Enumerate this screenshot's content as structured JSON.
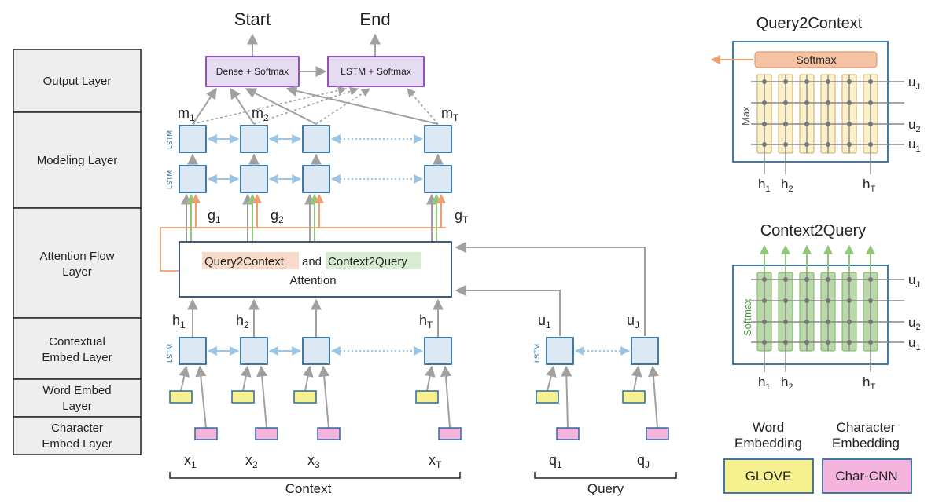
{
  "layers": [
    {
      "lines": [
        "Output Layer"
      ]
    },
    {
      "lines": [
        "Modeling Layer"
      ]
    },
    {
      "lines": [
        "Attention Flow",
        "Layer"
      ]
    },
    {
      "lines": [
        "Contextual",
        "Embed Layer"
      ]
    },
    {
      "lines": [
        "Word Embed",
        "Layer"
      ]
    },
    {
      "lines": [
        "Character",
        "Embed Layer"
      ]
    }
  ],
  "output": {
    "start": "Start",
    "end": "End",
    "dense_label": "Dense + Softmax",
    "lstm_label": "LSTM + Softmax"
  },
  "lstm_tag": "LSTM",
  "attention": {
    "q2c": "Query2Context",
    "and": "and",
    "c2q": "Context2Query",
    "line2": "Attention"
  },
  "context_label": "Context",
  "query_label": "Query",
  "q2c_panel": {
    "title": "Query2Context",
    "softmax": "Softmax",
    "max": "Max"
  },
  "c2q_panel": {
    "title": "Context2Query",
    "softmax": "Softmax"
  },
  "legend": {
    "word_line1": "Word",
    "word_line2": "Embedding",
    "char_line1": "Character",
    "char_line2": "Embedding",
    "glove": "GLOVE",
    "charcnn": "Char-CNN"
  },
  "colors": {
    "box_fill": "#dce9f5",
    "box_stroke": "#2c6b9e",
    "output_fill": "#e6dcf2",
    "output_stroke": "#8a3fbf",
    "word_embed": "#f7f08e",
    "char_embed": "#f4b4de",
    "q2c_highlight": "#f9d9c8",
    "c2q_highlight": "#d7ecd0",
    "orange": "#f0a070",
    "green": "#90c878",
    "blue_arrow": "#9cc4e4",
    "gray": "#a0a0a0",
    "softmax_fill": "#f3c3a3",
    "cell_fill_yellow": "#fbf0c8",
    "cell_fill_green": "#b9d9a8"
  }
}
